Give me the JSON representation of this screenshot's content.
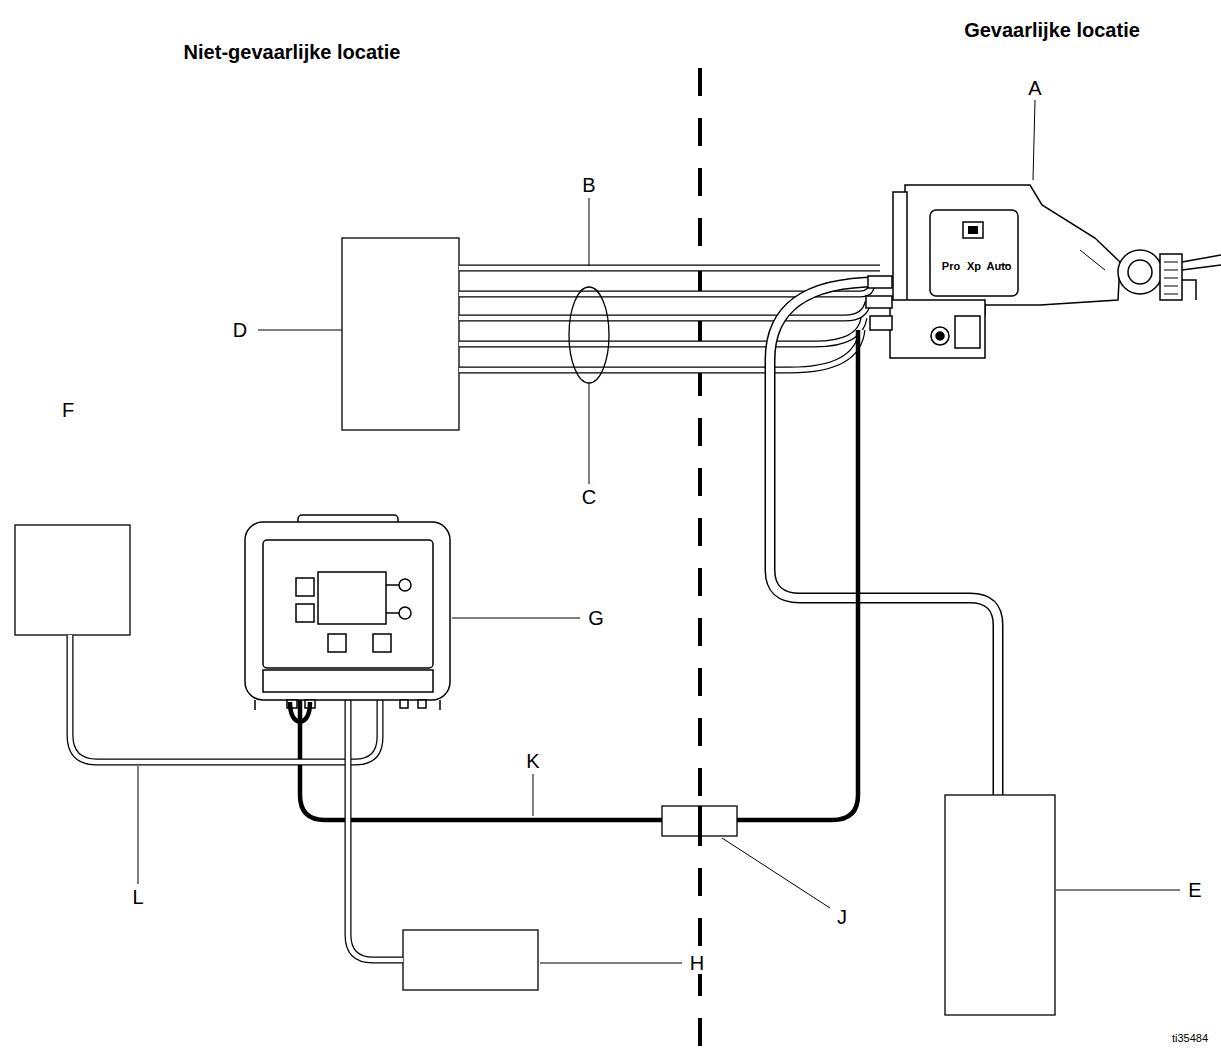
{
  "diagram": {
    "labels": [
      "Niet-gevaarlijke locatie",
      "Gevaarlijke locatie",
      "A",
      "B",
      "C",
      "D",
      "E",
      "F",
      "G",
      "H",
      "J",
      "K",
      "L",
      "Pro",
      "Xp",
      "Auto",
      "ti35484"
    ]
  }
}
